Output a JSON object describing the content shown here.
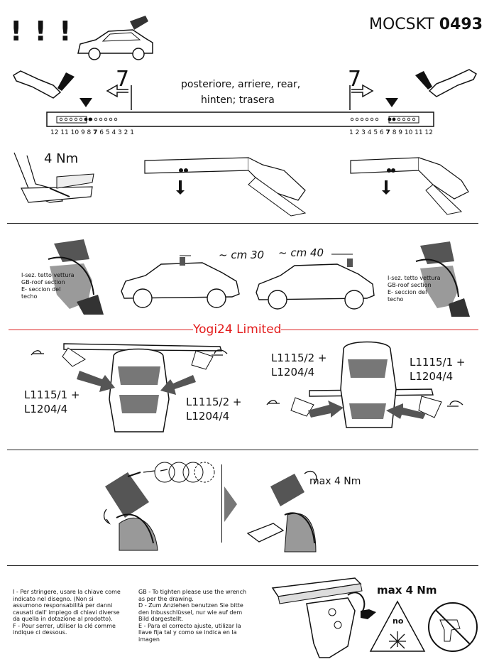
{
  "header": {
    "warning": "! ! !",
    "code_prefix": "MOCSKT",
    "code_number": "0493"
  },
  "section1": {
    "step_left": "7",
    "step_right": "7",
    "rear_line1": "posteriore, arriere, rear,",
    "rear_line2": "hinten; trasera",
    "scale_left": "12 11 10 9 8",
    "scale_left_bold": "7",
    "scale_left_rest": "6 5 4 3 2 1",
    "scale_right": "1 2 3 4 5 6",
    "scale_right_bold": "7",
    "scale_right_rest": "8 9 10 11 12",
    "torque": "4 Nm"
  },
  "section2": {
    "dist1": "~ cm 30",
    "dist2": "~ cm 40",
    "left_note": [
      "I-sez. tetto vettura",
      "GB-roof section",
      "E- seccion del",
      "techo"
    ],
    "right_note": [
      "I-sez. tetto vettura",
      "GB-roof section",
      "E- seccion del",
      "techo"
    ]
  },
  "watermark": "Yogi24 Limited",
  "section3": {
    "left_label_a": [
      "L1115/1 +",
      "L1204/4"
    ],
    "left_label_b": [
      "L1115/2 +",
      "L1204/4"
    ],
    "right_label_a": [
      "L1115/2 +",
      "L1204/4"
    ],
    "right_label_b": [
      "L1115/1 +",
      "L1204/4"
    ]
  },
  "section4": {
    "torque": "max 4 Nm"
  },
  "footer": {
    "col1": [
      "I - Per stringere, usare la chiave come",
      "indicato nel disegno. (Non si",
      "assumono responsabilità per danni",
      "causati dall' impiego di chiavi diverse",
      "da quella in dotazione al prodotto).",
      "F - Pour serrer, utiliser la clé comme",
      "indique ci dessous."
    ],
    "col2": [
      "GB - To tighten please use the wrench",
      "as per the drawing.",
      "D - Zum Anziehen benutzen Sie bitte",
      "den Inbusschlüssel, nur wie auf dem",
      "Bild dargestellt.",
      "E - Para el correcto ajuste, utilizar la",
      "llave fija tal y como se indica en la",
      "imagen"
    ],
    "torque": "max 4 Nm",
    "no_label": "no"
  }
}
